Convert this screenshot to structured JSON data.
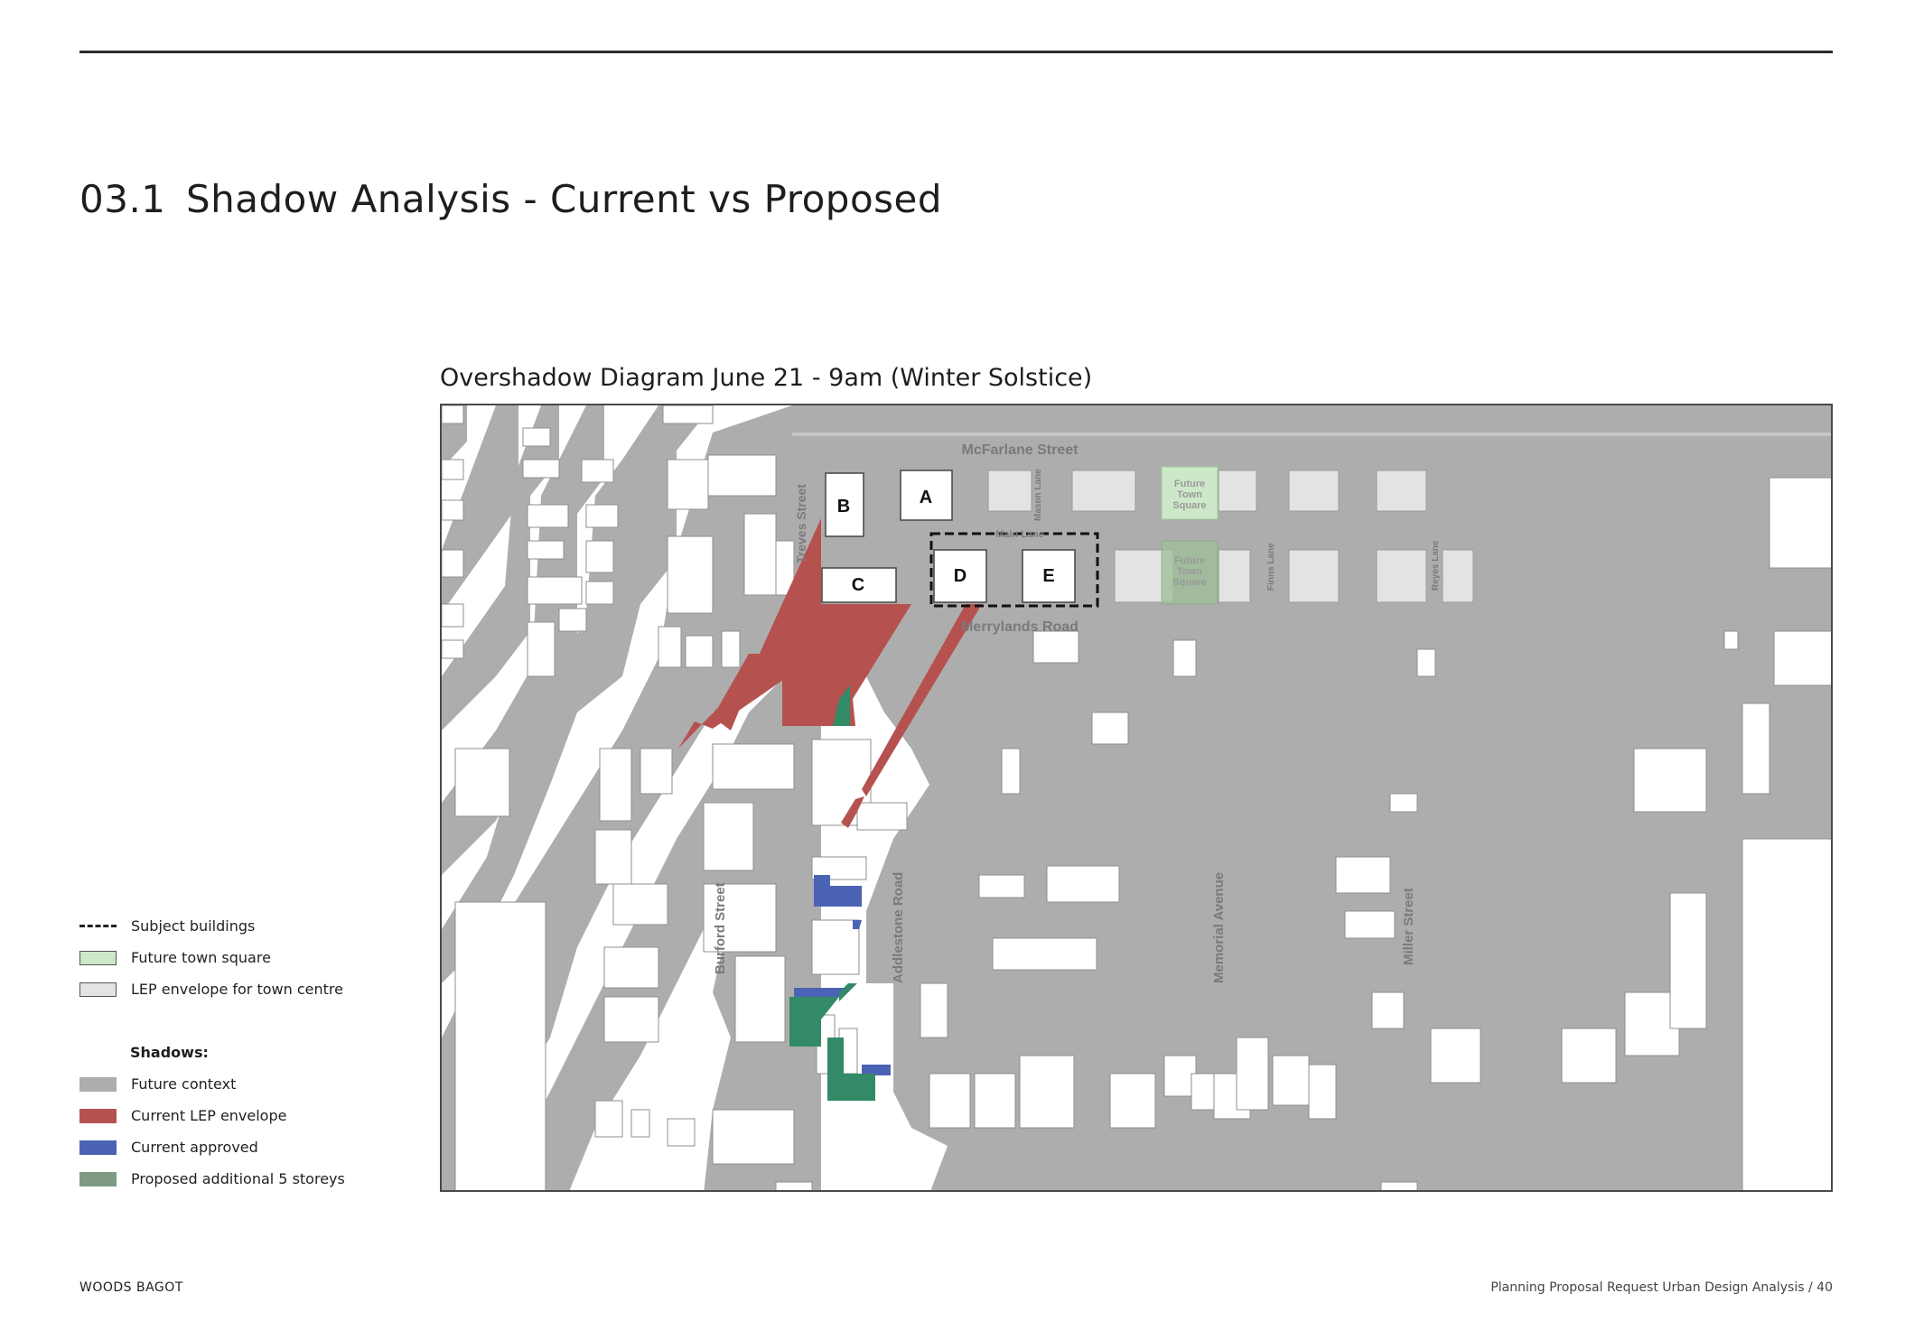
{
  "header": {
    "section_number": "03.1",
    "title": "Shadow Analysis - Current vs Proposed"
  },
  "diagram": {
    "title": "Overshadow Diagram June 21 - 9am (Winter Solstice)",
    "streets": {
      "mcfarlane": "McFarlane Street",
      "merrylands": "Merrylands Road",
      "main_lane": "Main Lane",
      "mason_lane": "Mason Lane",
      "treves": "Treves Street",
      "burford": "Burford Street",
      "addlestone": "Addlestone Road",
      "memorial": "Memorial Avenue",
      "miller": "Miller Street",
      "finns_lane": "Finns Lane",
      "reyes_lane": "Reyes Lane"
    },
    "buildings": {
      "a": "A",
      "b": "B",
      "c": "C",
      "d": "D",
      "e": "E"
    },
    "town_square_label": [
      "Future",
      "Town",
      "Square"
    ],
    "colors": {
      "future_context_shadow": "#adadad",
      "current_lep_shadow": "#b5524f",
      "current_approved_shadow": "#4b63b5",
      "proposed_additional_shadow": "#338a66",
      "future_town_square": "#cde8c8",
      "lep_envelope": "#e3e3e3"
    }
  },
  "legend": {
    "subject_buildings": "Subject buildings",
    "future_town_square": "Future town square",
    "lep_envelope": "LEP envelope for town centre",
    "shadows_heading": "Shadows:",
    "future_context": "Future context",
    "current_lep_envelope": "Current LEP envelope",
    "current_approved": "Current approved",
    "proposed_additional": "Proposed additional 5 storeys"
  },
  "footer": {
    "company": "WOODS BAGOT",
    "document": "Planning Proposal Request Urban Design Analysis",
    "separator": "/",
    "page_number": "40"
  }
}
